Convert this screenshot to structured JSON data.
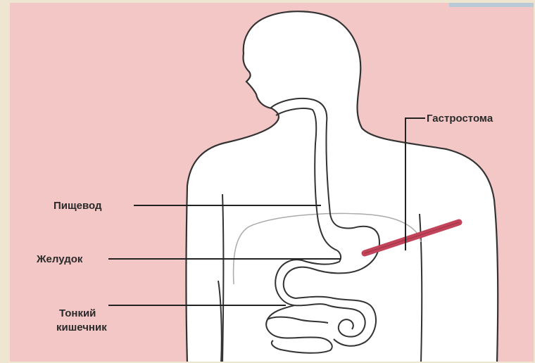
{
  "diagram": {
    "labels": {
      "gastrostomy": "Гастростома",
      "esophagus": "Пищевод",
      "stomach": "Желудок",
      "small_intestine_line1": "Тонкий",
      "small_intestine_line2": "кишечник"
    },
    "colors": {
      "background": "#f2c7c5",
      "body": "#ffffff",
      "outline": "#333333",
      "tube": "#c2445a"
    }
  }
}
